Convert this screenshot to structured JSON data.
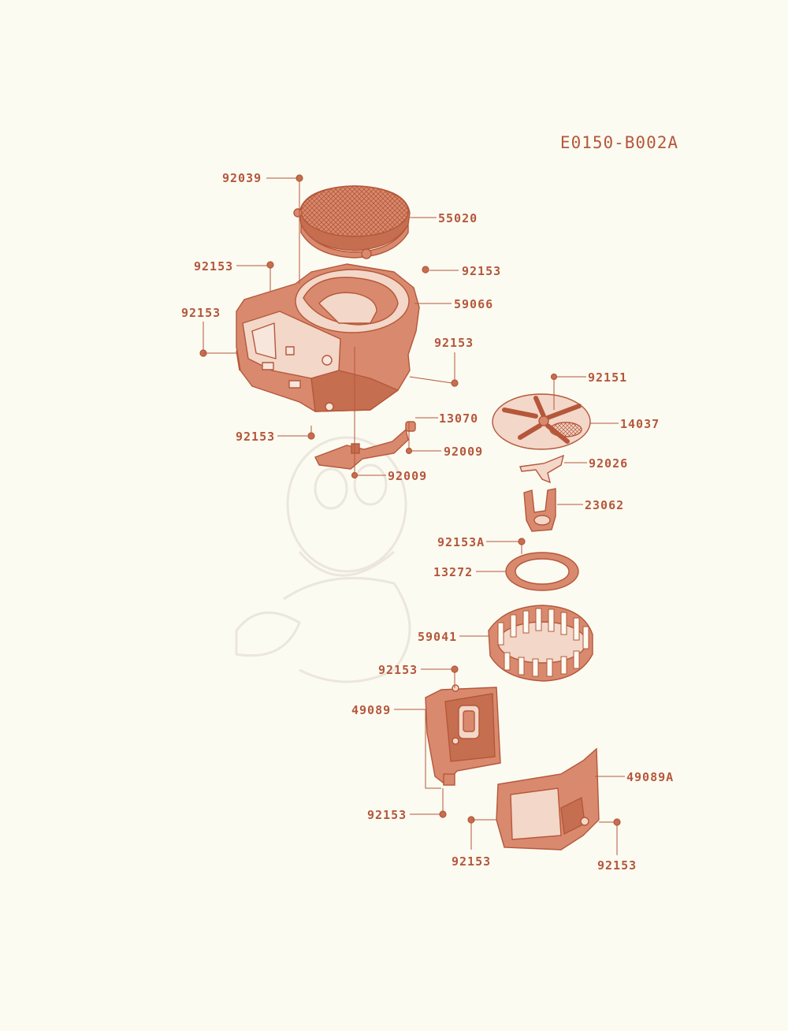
{
  "diagram": {
    "code": "E0150-B002A",
    "line_color": "#b5573a",
    "fill_color": "#d98a6e",
    "light_fill": "#f3d7c8",
    "watermark_color": "#ece6dc"
  },
  "callouts": [
    {
      "id": "c1",
      "text": "92039"
    },
    {
      "id": "c2",
      "text": "55020"
    },
    {
      "id": "c3",
      "text": "92153"
    },
    {
      "id": "c4",
      "text": "92153"
    },
    {
      "id": "c5",
      "text": "59066"
    },
    {
      "id": "c6",
      "text": "92153"
    },
    {
      "id": "c7",
      "text": "92153"
    },
    {
      "id": "c8",
      "text": "92153"
    },
    {
      "id": "c9",
      "text": "13070"
    },
    {
      "id": "c10",
      "text": "92009"
    },
    {
      "id": "c11",
      "text": "92009"
    },
    {
      "id": "c12",
      "text": "92151"
    },
    {
      "id": "c13",
      "text": "14037"
    },
    {
      "id": "c14",
      "text": "92026"
    },
    {
      "id": "c15",
      "text": "23062"
    },
    {
      "id": "c16",
      "text": "92153A"
    },
    {
      "id": "c17",
      "text": "13272"
    },
    {
      "id": "c18",
      "text": "59041"
    },
    {
      "id": "c19",
      "text": "92153"
    },
    {
      "id": "c20",
      "text": "49089"
    },
    {
      "id": "c21",
      "text": "49089A"
    },
    {
      "id": "c22",
      "text": "92153"
    },
    {
      "id": "c23",
      "text": "92153"
    },
    {
      "id": "c24",
      "text": "92153"
    }
  ]
}
